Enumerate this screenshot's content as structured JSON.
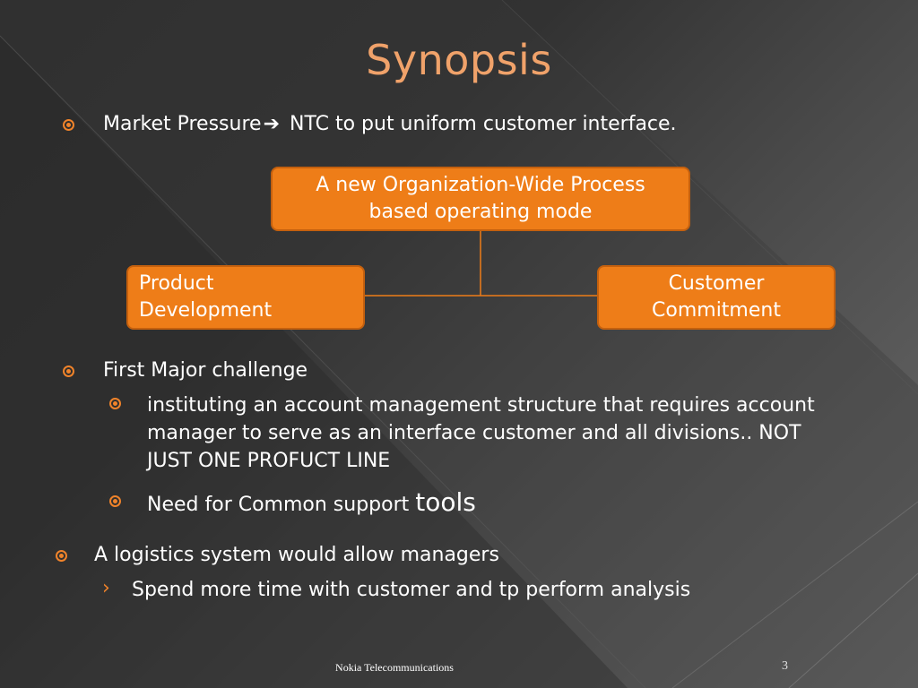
{
  "slide": {
    "title": "Synopsis",
    "bullet1": {
      "text_before": "Market Pressure",
      "arrow_icon": "right-arrow-icon",
      "arrow_glyph": "➔",
      "text_after": " NTC to put uniform customer interface."
    },
    "org_chart": {
      "top_box": "A new Organization-Wide Process based operating mode",
      "left_box": "Product Development",
      "right_box": "Customer Commitment"
    },
    "bullet2": "First Major challenge",
    "bullet2_sub1": "instituting  an account management structure that requires account manager to serve as an interface customer and all divisions.. NOT JUST ONE PROFUCT LINE",
    "bullet2_sub2": {
      "text": "Need for Common support ",
      "emph": "tools"
    },
    "bullet3": "A logistics system would allow managers",
    "bullet3_sub1": "Spend more time with customer and tp perform analysis",
    "bullet_glyph_sub": "›"
  },
  "footer": {
    "text": "Nokia Telecommunications",
    "page_number": "3"
  },
  "colors": {
    "accent": "#f0832a",
    "title": "#f0a26a",
    "box_fill": "#ee7d18",
    "box_border": "#c4600e"
  }
}
